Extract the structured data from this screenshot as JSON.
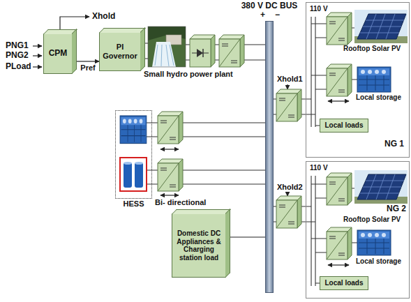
{
  "diagram": {
    "nodes": [
      {
        "text": [
          "CPM"
        ]
      },
      {
        "text": [
          "PI Governor"
        ]
      },
      {
        "text": [
          "380 V DC BUS"
        ]
      },
      {
        "text": [
          "NG 1"
        ]
      },
      {
        "text": [
          "Local loads"
        ],
        "in": 3
      },
      {
        "text": [
          "NG 2"
        ]
      },
      {
        "text": [
          "Local loads"
        ],
        "in": 5
      },
      {
        "text": [
          "HESS"
        ]
      },
      {
        "text": [
          "Domestic DC Appliances & Charging station load"
        ]
      }
    ],
    "edges": [
      {
        "from": 0,
        "to": 1,
        "arrow": "to",
        "label": "Pref"
      },
      {
        "from": 8,
        "to": 2,
        "arrow": "none"
      }
    ],
    "labels": [
      "PNG1",
      "PNG2",
      "PLoad",
      "Xhold",
      "Small hydro power plant",
      "+",
      "−",
      "Xhold1",
      "110 V",
      "Rooftop Solar PV",
      "Local storage",
      "Xhold2",
      "110 V",
      "Rooftop Solar PV",
      "Local storage",
      "Bi- directional"
    ]
  }
}
